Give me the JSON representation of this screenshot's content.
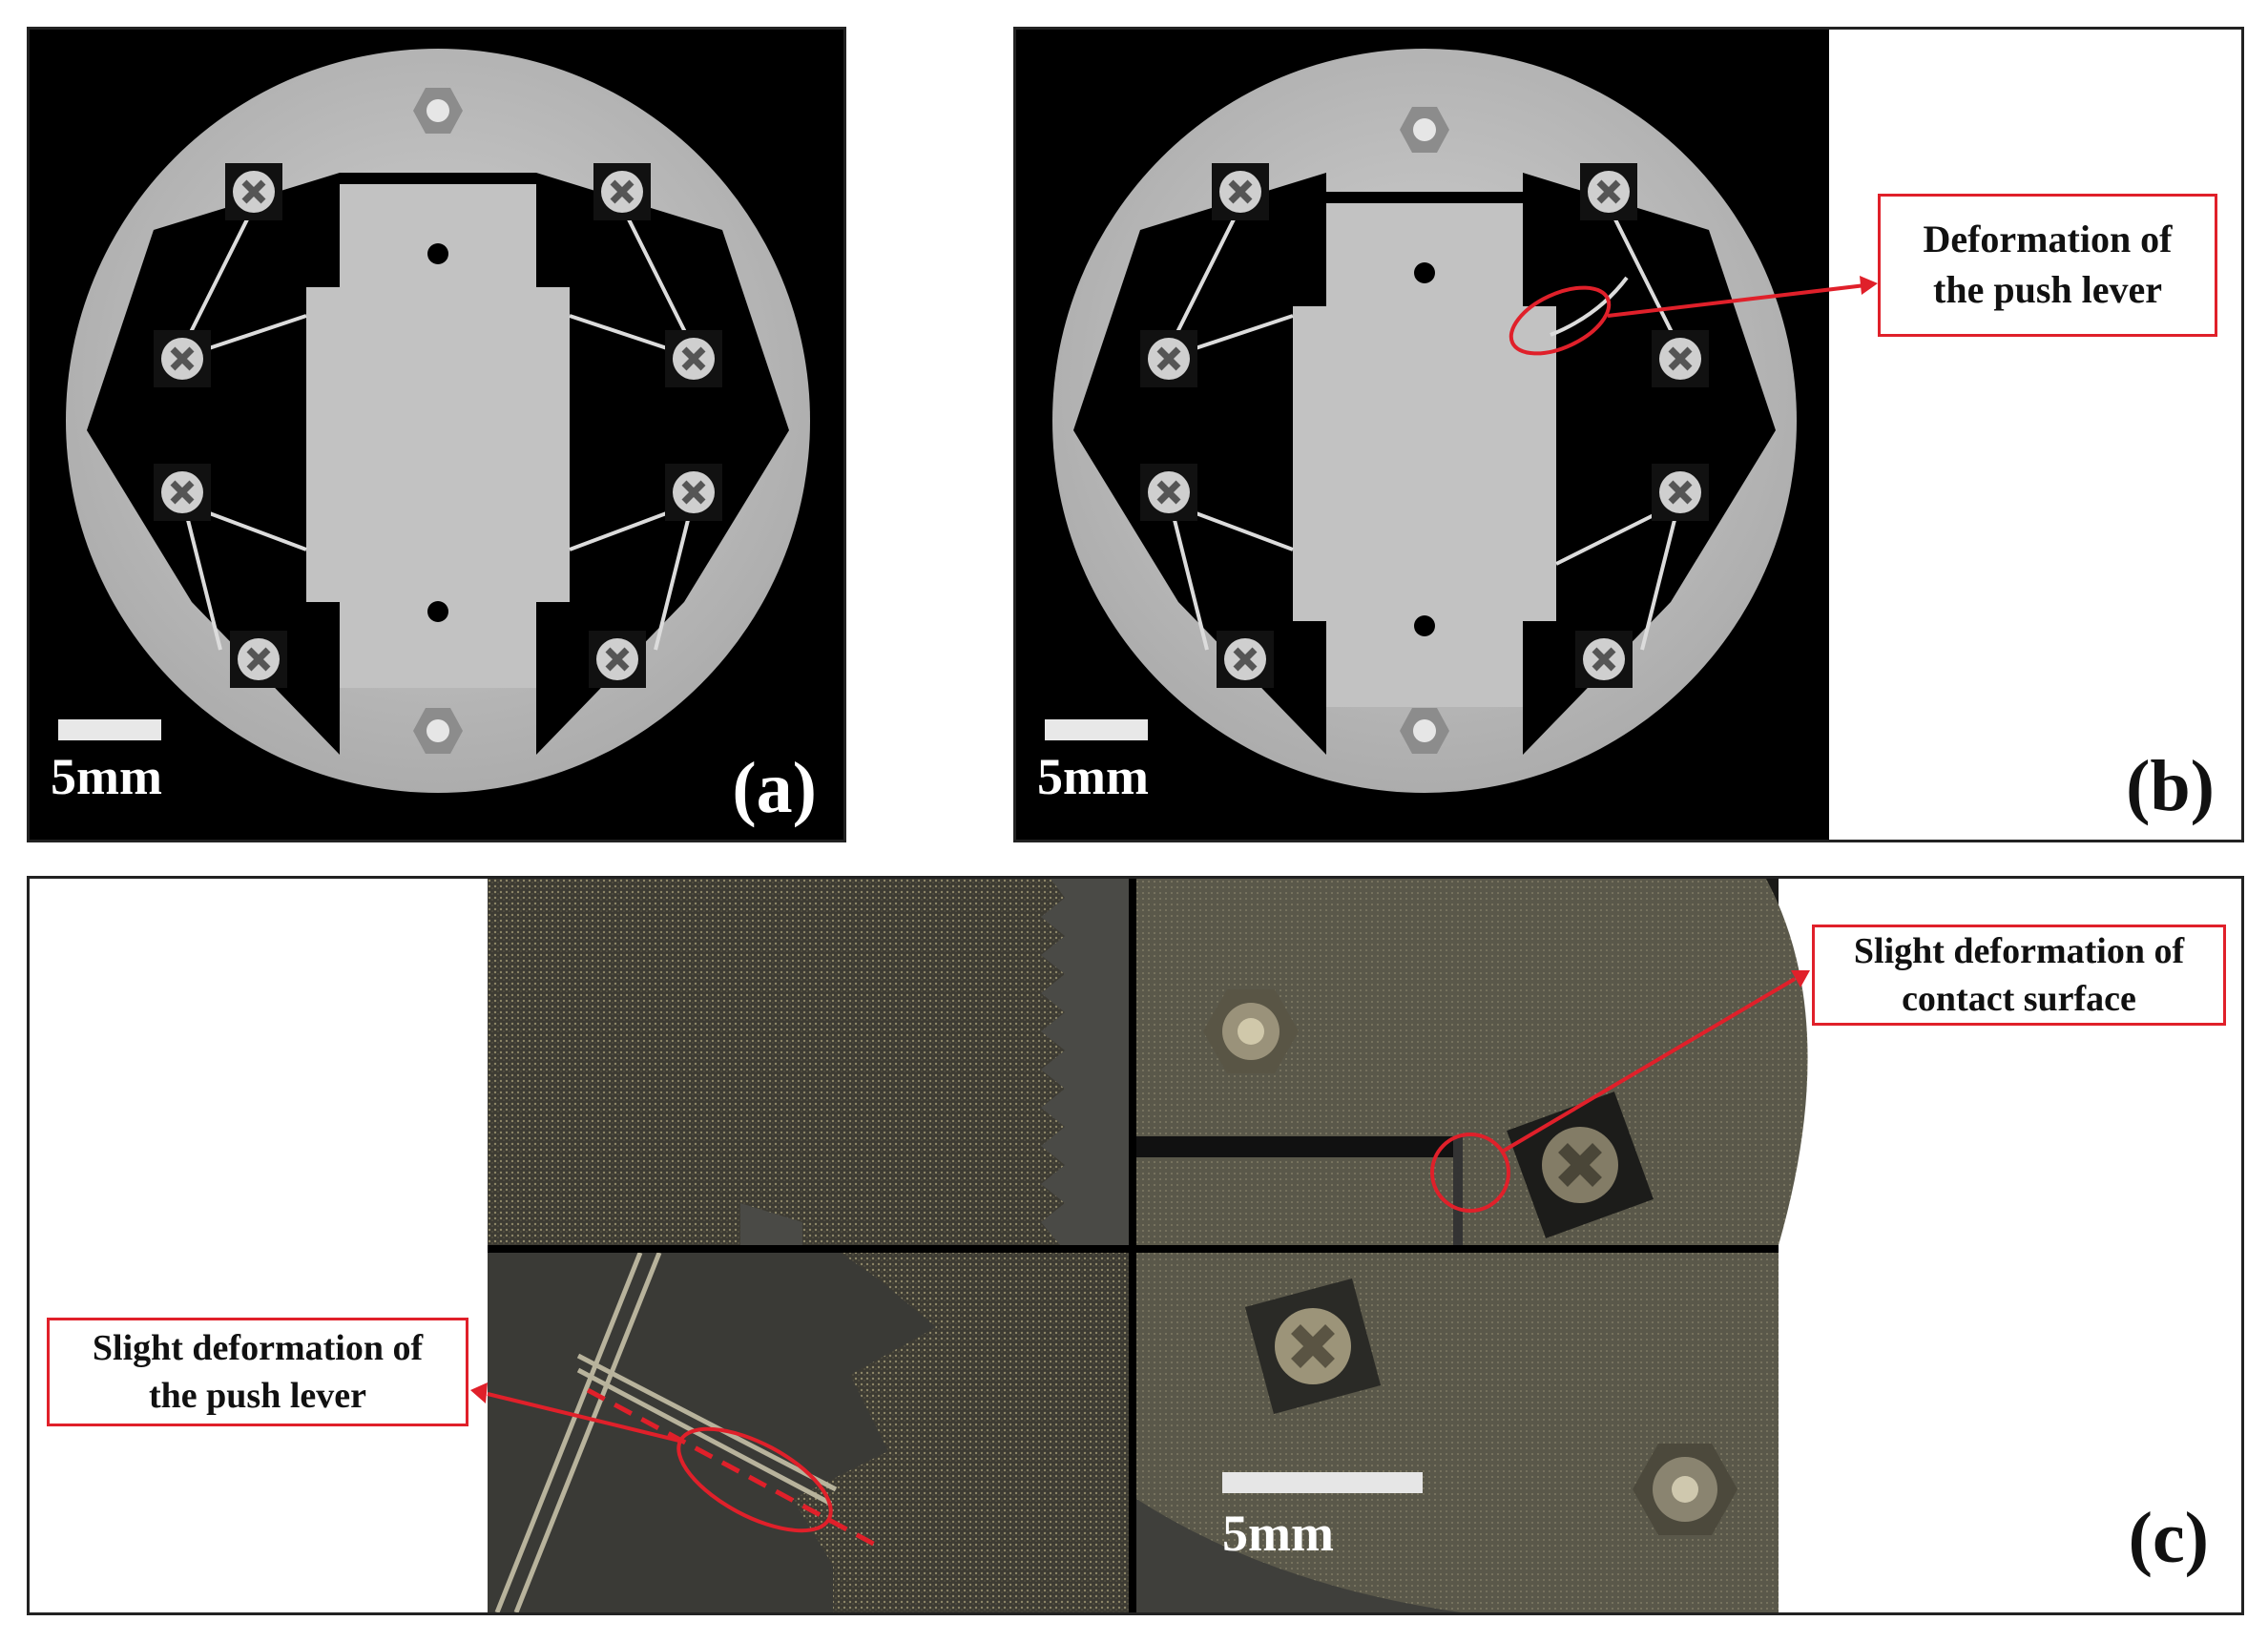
{
  "panels": {
    "a": {
      "label": "(a)",
      "scale": "5mm"
    },
    "b": {
      "label": "(b)",
      "scale": "5mm",
      "callout": [
        "Deformation of",
        "the push lever"
      ]
    },
    "c": {
      "label": "(c)",
      "scale": "5mm",
      "callout_top": [
        "Slight deformation of",
        "contact surface"
      ],
      "callout_left": [
        "Slight deformation of",
        "the push lever"
      ]
    }
  },
  "colors": {
    "annotation": "#e0202a",
    "background": "#000000",
    "metal": "#c9c9c9",
    "photo": "#6f6b58"
  }
}
